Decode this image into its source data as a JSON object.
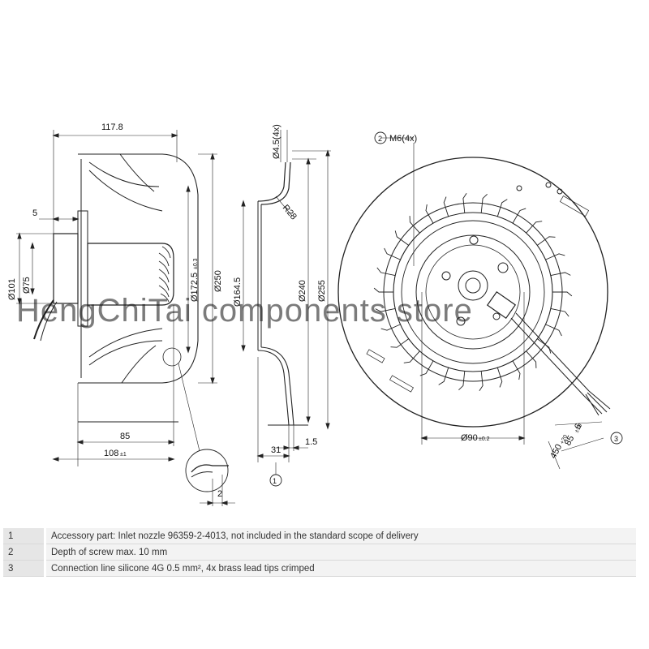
{
  "dimensions": {
    "d_117_8": "117.8",
    "d_5": "5",
    "d_101": "Ø101",
    "d_75": "Ø75",
    "d_172_5": "Ø172.5",
    "d_172_5_tol": "±0.3",
    "d_250": "Ø250",
    "d_85": "85",
    "d_108": "108",
    "d_108_tol": "±1",
    "d_2": "2",
    "d_4_5": "Ø4.5(4x)",
    "d_r28": "R28",
    "d_164_5": "Ø164.5",
    "d_240": "Ø240",
    "d_255": "Ø255",
    "d_31": "31",
    "d_1_5": "1.5",
    "d_m6": "M6(4x)",
    "d_90": "Ø90",
    "d_90_tol": "±0.2",
    "d_6": "6",
    "d_85_lead": "85",
    "d_85_lead_tol": "±10",
    "d_450": "450",
    "d_450_tol": "+20"
  },
  "callouts": {
    "c1": "1",
    "c2": "2",
    "c3": "3"
  },
  "watermark": "HengChiTai components store",
  "notes": [
    {
      "num": "1",
      "text": "Accessory part: Inlet nozzle 96359-2-4013, not included in the standard scope of delivery"
    },
    {
      "num": "2",
      "text": "Depth of screw max. 10 mm"
    },
    {
      "num": "3",
      "text": "Connection line silicone 4G 0.5 mm², 4x brass lead tips crimped"
    }
  ]
}
